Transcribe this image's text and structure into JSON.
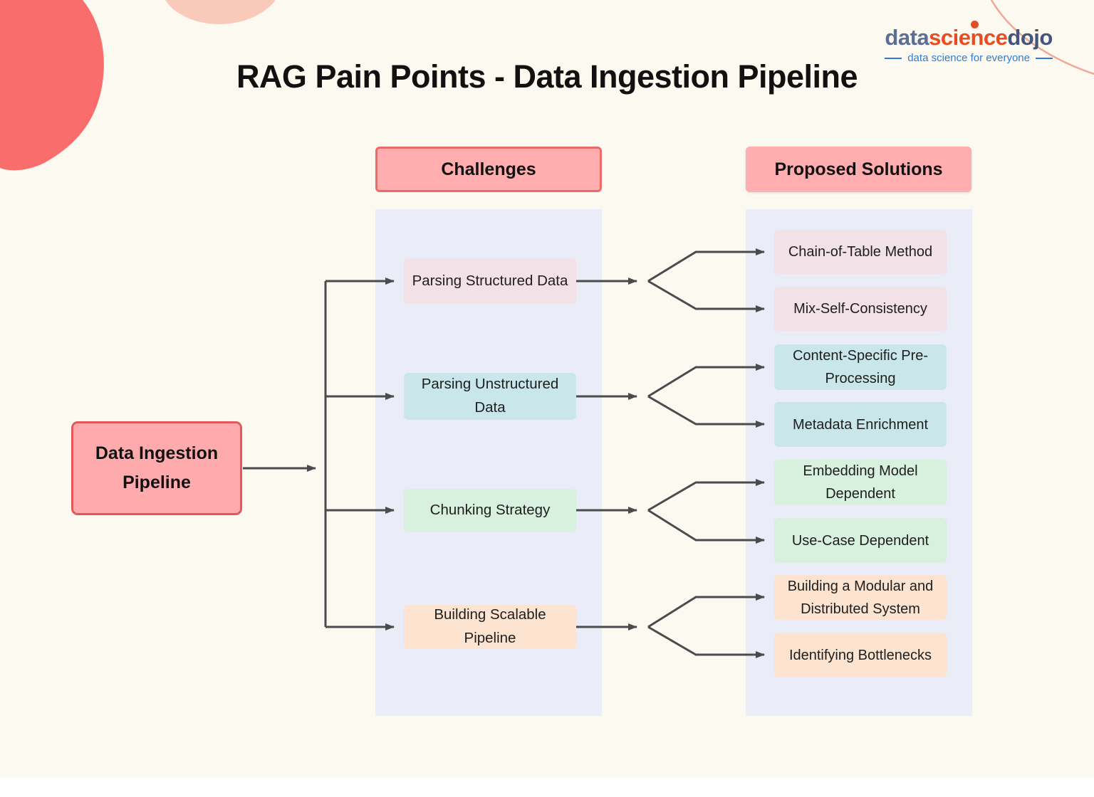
{
  "title": "RAG Pain Points - Data Ingestion Pipeline",
  "logo": {
    "word1": "data",
    "word2": "science",
    "word3": "dojo",
    "tagline": "data science for everyone",
    "word1_color": "#5d6e93",
    "word2_color": "#e84c22",
    "word3_color": "#44547a",
    "tagline_color": "#2e7cd6"
  },
  "palette": {
    "background": "#fcf9f1",
    "panel_fill": "#eaecf8",
    "header_fill": "#ffadaf",
    "header_border": "#ec6a6a",
    "root_fill": "#ffabad",
    "root_border": "#e4585c",
    "connector": "#4b4b4d",
    "blob_coral": "#f96d6d",
    "blob_peach": "#f9c9ba"
  },
  "root": {
    "label": "Data Ingestion Pipeline",
    "fill": "#ffabad"
  },
  "columns": {
    "challenges_header": "Challenges",
    "solutions_header": "Proposed Solutions",
    "header_fill": "#ffadaf"
  },
  "groups": [
    {
      "challenge": "Parsing Structured Data",
      "color": "#f3e1e8",
      "solutions": [
        "Chain-of-Table Method",
        "Mix-Self-Consistency"
      ]
    },
    {
      "challenge": "Parsing Unstructured Data",
      "color": "#c9e6eb",
      "solutions": [
        "Content-Specific Pre-Processing",
        "Metadata Enrichment"
      ]
    },
    {
      "challenge": "Chunking Strategy",
      "color": "#d7f1de",
      "solutions": [
        "Embedding Model Dependent",
        "Use-Case Dependent"
      ]
    },
    {
      "challenge": "Building Scalable Pipeline",
      "color": "#fce4d1",
      "solutions": [
        "Building a Modular and Distributed System",
        "Identifying Bottlenecks"
      ]
    }
  ]
}
